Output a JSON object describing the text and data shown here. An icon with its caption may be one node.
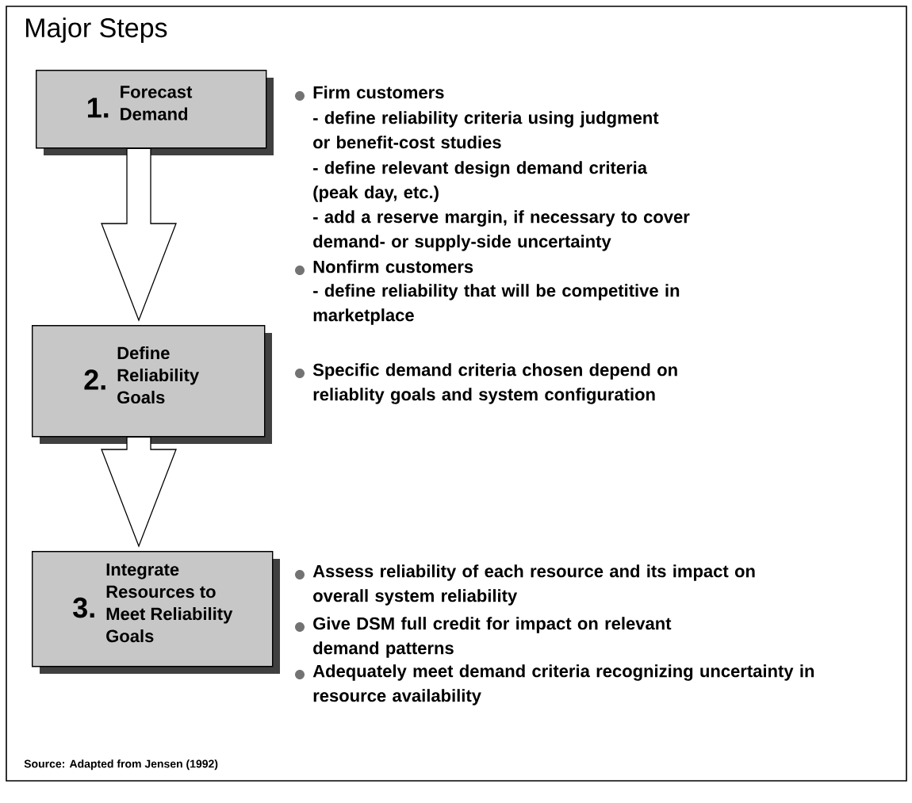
{
  "diagram": {
    "title": "Major Steps",
    "caption": "Source: Adapted from Jensen (1992)",
    "nodes": [
      {
        "text": [
          "1.",
          "Forecast Demand"
        ],
        "beside": [
          "Firm customers",
          "- define reliability criteria using judgment or benefit-cost studies",
          "- define relevant design demand criteria (peak day, etc.)",
          "- add a reserve margin, if necessary to cover demand- or supply-side uncertainty",
          "Nonfirm customers",
          "- define reliability that will be competitive in marketplace"
        ]
      },
      {
        "text": [
          "2.",
          "Define Reliability Goals"
        ],
        "beside": [
          "Specific demand criteria chosen depend on reliablity goals and system configuration"
        ]
      },
      {
        "text": [
          "3.",
          "Integrate Resources to Meet Reliability Goals"
        ],
        "beside": [
          "Assess reliability of each resource and its impact on overall system reliability",
          "Give DSM full credit for impact on relevant demand patterns",
          "Adequately meet demand criteria recognizing uncertainty in resource availability"
        ]
      }
    ],
    "edges": [
      {
        "from": 0,
        "to": 1,
        "arrow": "to"
      },
      {
        "from": 1,
        "to": 2,
        "arrow": "to"
      }
    ]
  }
}
